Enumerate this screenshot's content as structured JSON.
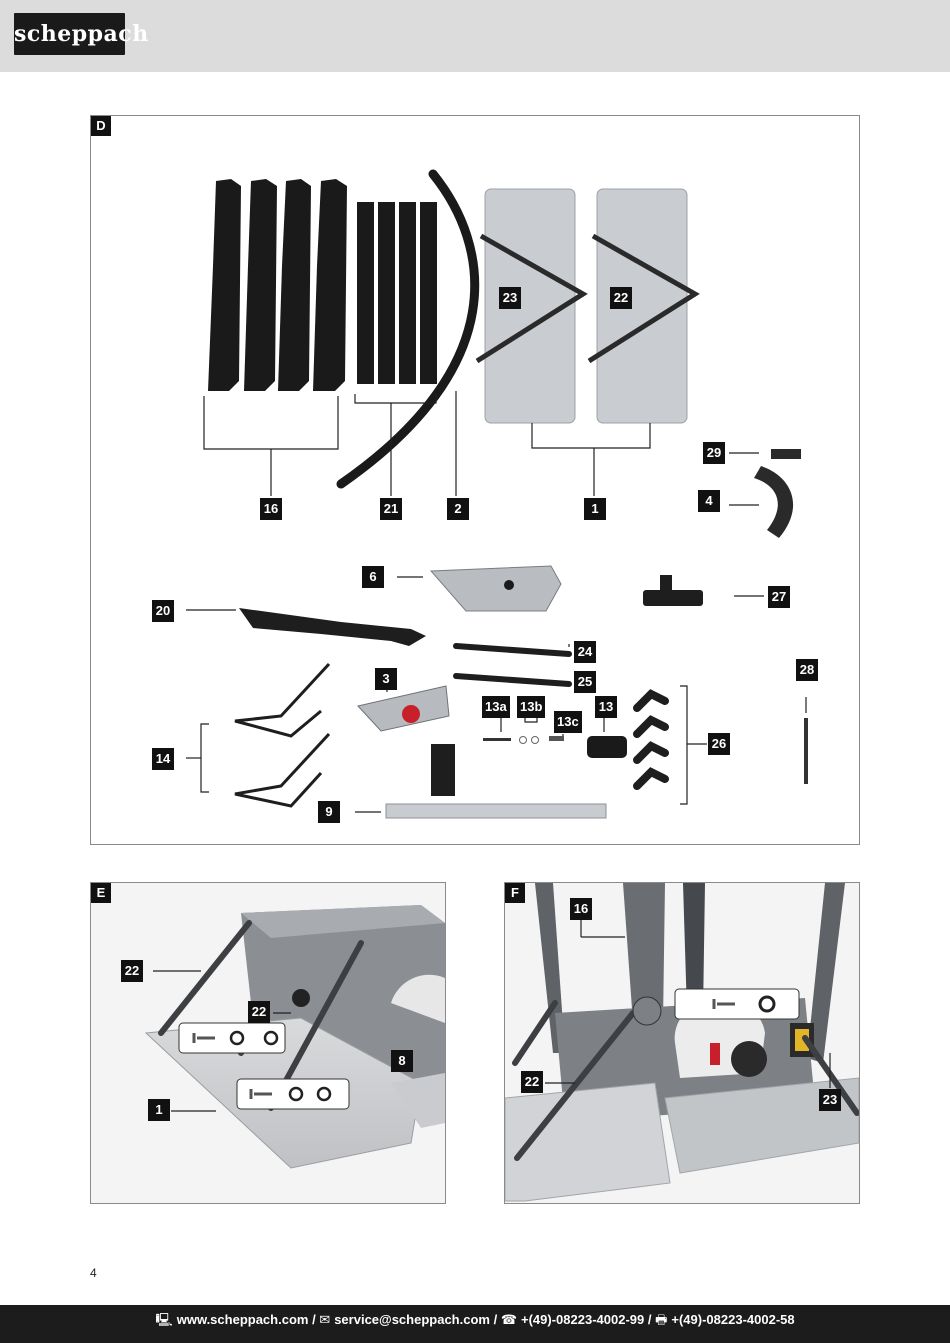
{
  "brand": {
    "logo_text": "scheppach"
  },
  "panels": {
    "d": {
      "tag": "D",
      "callouts": [
        "16",
        "21",
        "2",
        "1",
        "23",
        "22",
        "29",
        "4",
        "6",
        "20",
        "27",
        "24",
        "25",
        "28",
        "3",
        "13a",
        "13b",
        "13c",
        "13",
        "26",
        "14",
        "9"
      ]
    },
    "e": {
      "tag": "E",
      "callouts": [
        "22",
        "22",
        "8",
        "1"
      ]
    },
    "f": {
      "tag": "F",
      "callouts": [
        "16",
        "22",
        "23"
      ]
    }
  },
  "page_number": "4",
  "footer": {
    "web_icon": "computer-icon",
    "website": "www.scheppach.com",
    "sep1": " / ",
    "mail_icon": "envelope-icon",
    "email": "service@scheppach.com",
    "sep2": " / ",
    "phone_icon": "phone-icon",
    "phone": "+(49)-08223-4002-99",
    "sep3": " / ",
    "fax_icon": "fax-icon",
    "fax": "+(49)-08223-4002-58"
  }
}
